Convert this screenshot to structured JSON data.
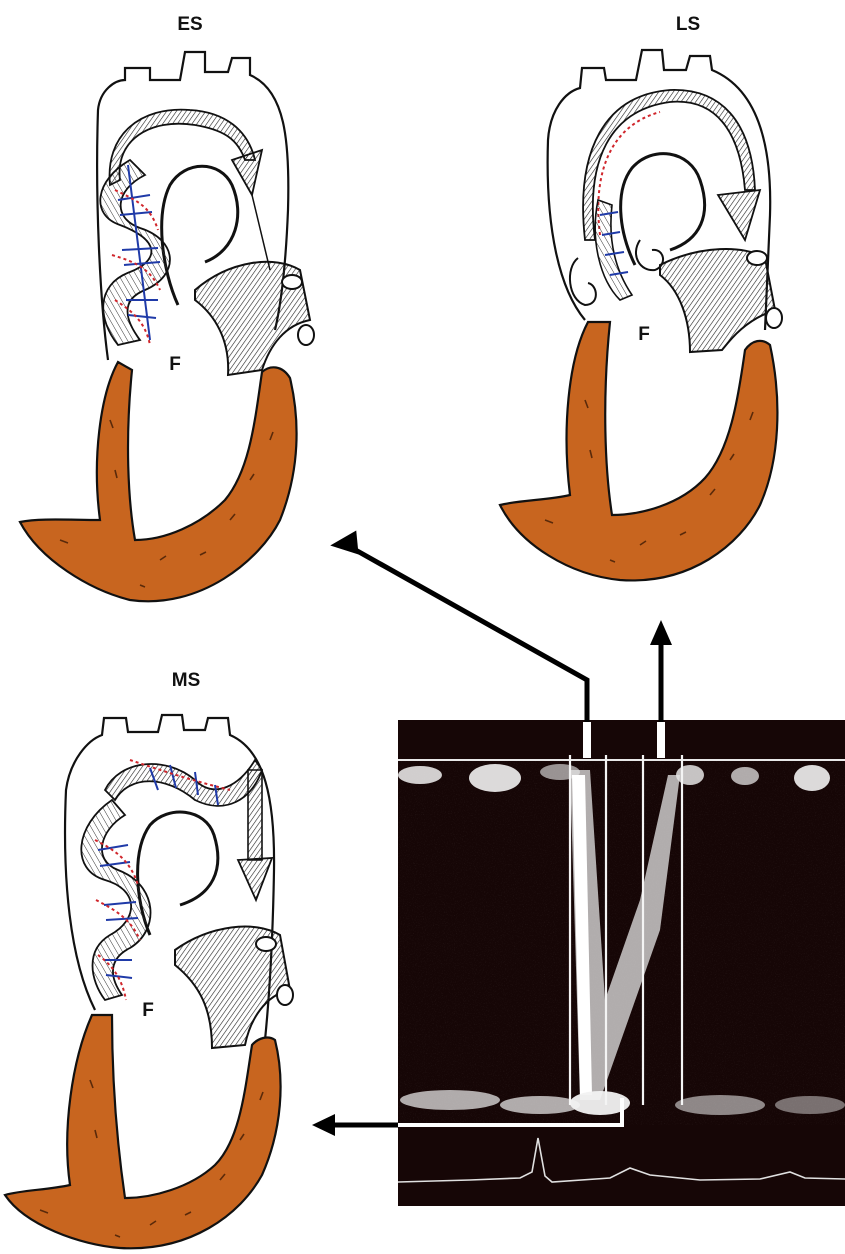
{
  "panels": {
    "es": {
      "label": "ES",
      "flow_label": "F"
    },
    "ls": {
      "label": "LS",
      "flow_label": "F"
    },
    "ms": {
      "label": "MS",
      "flow_label": "F"
    }
  },
  "colors": {
    "myocardium": "#c8651f",
    "myocardium_dark": "#8a3f10",
    "outline": "#111111",
    "helix_blue": "#1f3aa8",
    "helix_red": "#d0262c",
    "doppler_bg": "#160606",
    "doppler_signal": "#f0f0f0",
    "arrow": "#000000"
  },
  "icons": [
    "arrow-left-icon",
    "arrow-up-icon"
  ]
}
